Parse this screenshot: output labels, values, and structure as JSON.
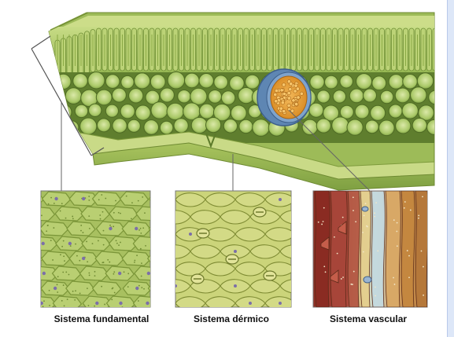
{
  "labels": {
    "fundamental": "Sistema fundamental",
    "dermico": "Sistema dérmico",
    "vascular": "Sistema vascular"
  },
  "colors": {
    "leaf_surface": "#b5cf6a",
    "palisade": "#b6d06a",
    "spongy_cell": "#9fc15f",
    "dermal_panel": "#cbd47a",
    "fundamental_panel": "#a8c060",
    "xylem_red": "#9c3a2d",
    "phloem_tan": "#c8934e",
    "vascular_bundle": "#5e86b3",
    "side_bar": "#dde7f8"
  },
  "icons": [
    "leaf-cross-section",
    "vascular-bundle",
    "fundamental-tissue",
    "dermal-tissue",
    "vascular-tissue"
  ]
}
